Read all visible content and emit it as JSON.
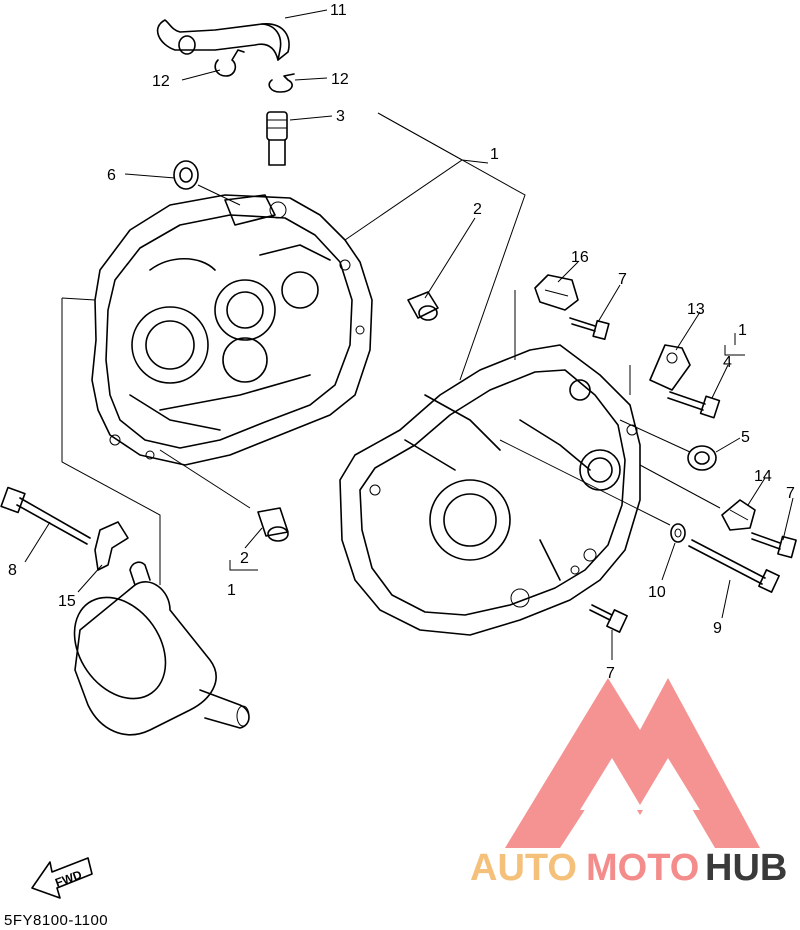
{
  "callouts": [
    {
      "id": "c11",
      "text": "11"
    },
    {
      "id": "c12a",
      "text": "12"
    },
    {
      "id": "c12b",
      "text": "12"
    },
    {
      "id": "c3",
      "text": "3"
    },
    {
      "id": "c1a",
      "text": "1"
    },
    {
      "id": "c6",
      "text": "6"
    },
    {
      "id": "c2a",
      "text": "2"
    },
    {
      "id": "c16",
      "text": "16"
    },
    {
      "id": "c7a",
      "text": "7"
    },
    {
      "id": "c13",
      "text": "13"
    },
    {
      "id": "c1b",
      "text": "1"
    },
    {
      "id": "c4",
      "text": "4"
    },
    {
      "id": "c5",
      "text": "5"
    },
    {
      "id": "c14",
      "text": "14"
    },
    {
      "id": "c7b",
      "text": "7"
    },
    {
      "id": "c8",
      "text": "8"
    },
    {
      "id": "c2b",
      "text": "2"
    },
    {
      "id": "c1c",
      "text": "1"
    },
    {
      "id": "c15",
      "text": "15"
    },
    {
      "id": "c10",
      "text": "10"
    },
    {
      "id": "c9",
      "text": "9"
    },
    {
      "id": "c7c",
      "text": "7"
    }
  ],
  "diagram_code": "5FY8100-1100",
  "fwd_label": "FWD",
  "watermark": {
    "part1": "AUTO",
    "part2": "MOTO",
    "part3": "HUB",
    "color_part1": "#f5c07a",
    "color_part2": "#f48c8c",
    "color_part3": "#3a3a3a",
    "logo_color": "#f47f7f"
  }
}
